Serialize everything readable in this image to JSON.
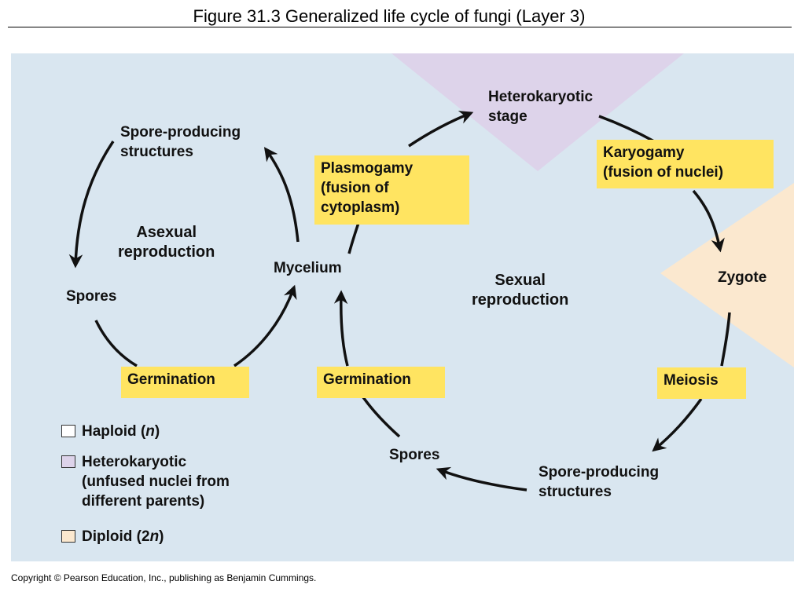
{
  "title": "Figure 31.3  Generalized life cycle of fungi (Layer 3)",
  "colors": {
    "panel_background": "#d9e6f0",
    "haploid": "#ffffff",
    "heterokaryotic": "#ddd3ea",
    "diploid": "#fbe8cf",
    "highlight_box": "#ffe461"
  },
  "labels": {
    "asexual_spore_structures": "Spore-producing\nstructures",
    "asexual_spores": "Spores",
    "asexual_reproduction": "Asexual\nreproduction",
    "mycelium": "Mycelium",
    "heterokaryotic_stage": "Heterokaryotic\nstage",
    "sexual_reproduction": "Sexual\nreproduction",
    "zygote": "Zygote",
    "sexual_spore_structures": "Spore-producing\nstructures",
    "sexual_spores": "Spores"
  },
  "boxes": {
    "plasmogamy": "Plasmogamy\n(fusion of\ncytoplasm)",
    "karyogamy": "Karyogamy\n(fusion of nuclei)",
    "germination_asexual": "Germination",
    "germination_sexual": "Germination",
    "meiosis": "Meiosis"
  },
  "legend": [
    {
      "label": "Haploid (",
      "italic": "n",
      "suffix": ")",
      "color": "#ffffff"
    },
    {
      "label": "Heterokaryotic\n(unfused nuclei from\ndifferent parents)",
      "italic": "",
      "suffix": "",
      "color": "#ddd3ea"
    },
    {
      "label": "Diploid (2",
      "italic": "n",
      "suffix": ")",
      "color": "#fbe8cf"
    }
  ],
  "copyright": "Copyright © Pearson Education, Inc., publishing as Benjamin Cummings."
}
